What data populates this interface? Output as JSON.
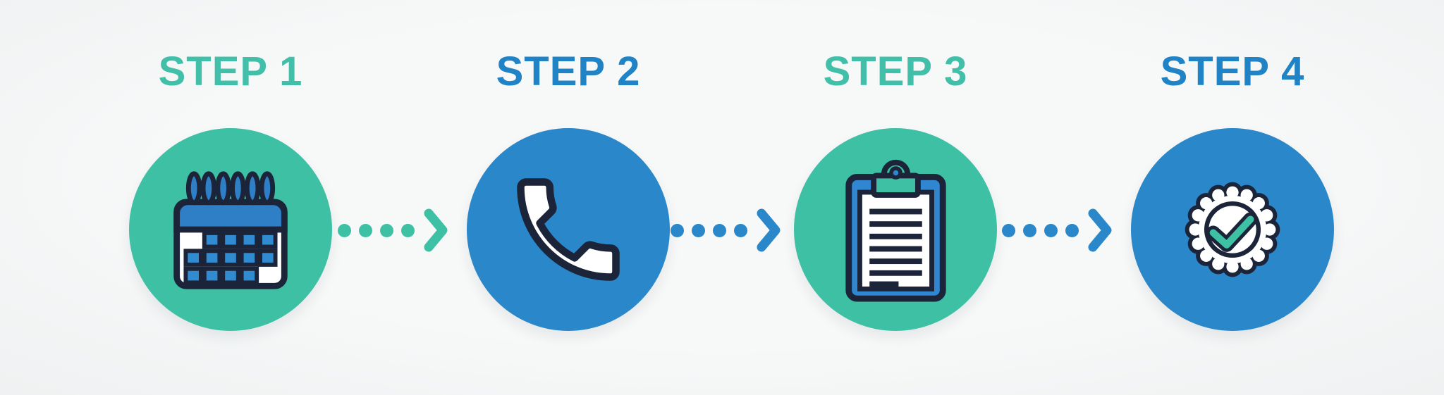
{
  "title": "4-step process infographic",
  "background_color": "#F5F6F6",
  "outline_color": "#1B2438",
  "palette": {
    "teal": "#3EC0A5",
    "blue": "#2A87C9",
    "navy": "#1B2438",
    "white": "#FFFFFF"
  },
  "steps": [
    {
      "label": "STEP 1",
      "label_color": "#42BFA9",
      "circle_color": "#3EC0A5",
      "icon": "calendar-icon"
    },
    {
      "label": "STEP 2",
      "label_color": "#1F83C5",
      "circle_color": "#2A87C9",
      "icon": "phone-icon"
    },
    {
      "label": "STEP 3",
      "label_color": "#42BFA9",
      "circle_color": "#3EC0A5",
      "icon": "clipboard-icon"
    },
    {
      "label": "STEP 4",
      "label_color": "#1F83C5",
      "circle_color": "#2A87C9",
      "icon": "badge-check-icon"
    }
  ],
  "connectors": [
    {
      "style": "dotted-arrow",
      "dots": 4,
      "color": "#3EC0A5"
    },
    {
      "style": "dotted-arrow",
      "dots": 4,
      "color": "#2A87C9"
    },
    {
      "style": "dotted-arrow",
      "dots": 4,
      "color": "#2A87C9"
    }
  ],
  "icon_colors": {
    "calendar_header_blue": "#2E7FC6",
    "calendar_square_blue": "#318BD1",
    "clipboard_board_blue": "#3186D1",
    "clipboard_clip_teal": "#3EC0A5",
    "check_teal": "#3EC0A5",
    "icon_fill_white": "#FFFFFF"
  }
}
